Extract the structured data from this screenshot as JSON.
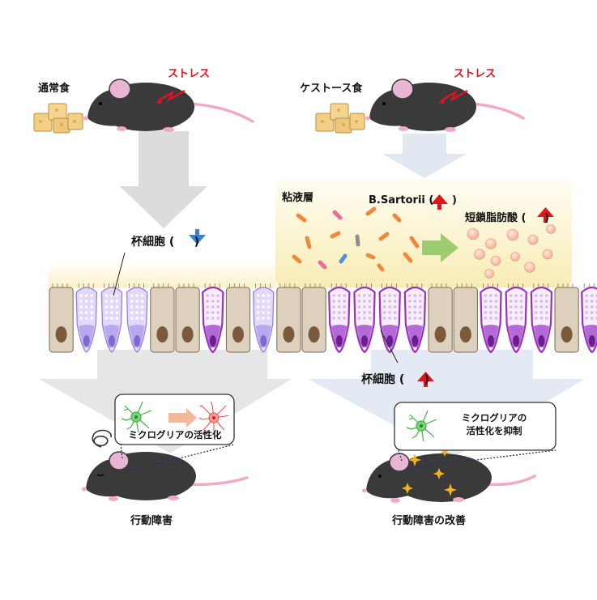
{
  "left": {
    "diet_label": "通常食",
    "stress_label": "ストレス",
    "goblet_label": "杯細胞",
    "goblet_trend": "down",
    "box_text": "ミクログリアの活性化",
    "outcome_label": "行動障害"
  },
  "right": {
    "diet_label": "ケストース食",
    "stress_label": "ストレス",
    "mucus_label": "粘液層",
    "bacteria_label": "B.Sartorii",
    "bacteria_trend": "up",
    "scfa_label": "短鎖脂肪酸",
    "scfa_trend": "up",
    "goblet_label": "杯細胞",
    "goblet_trend": "up",
    "box_line1": "ミクログリアの",
    "box_line2": "活性化を抑制",
    "outcome_label": "行動障害の改善"
  },
  "colors": {
    "stress_red": "#e0141e",
    "arrow_up_red": "#e0141e",
    "arrow_down_blue": "#3b7fd0",
    "mucus_yellow": "#fbf3c6",
    "goblet_purple": "#9a2fc0",
    "goblet_pale": "#cdbdf0",
    "epithelial_beige": "#ddd0bc",
    "flow_gray": "#d9d9d9",
    "flow_blue": "#dfe7f3",
    "microglia_green": "#3fb23f",
    "microglia_red": "#f04a4a"
  }
}
